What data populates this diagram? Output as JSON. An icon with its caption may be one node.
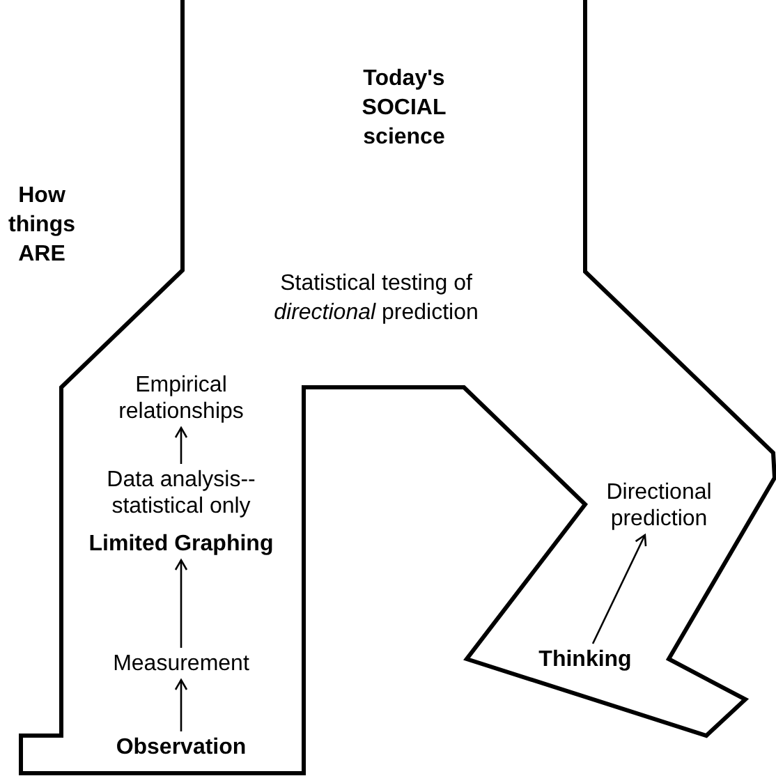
{
  "diagram": {
    "nodes": [
      {
        "text": [
          "Empirical relationships"
        ]
      },
      {
        "text": [
          "Data analysis-- statistical only",
          "Limited Graphing"
        ]
      },
      {
        "text": [
          "Measurement"
        ]
      },
      {
        "text": [
          "Observation"
        ]
      },
      {
        "text": [
          "Directional prediction"
        ]
      },
      {
        "text": [
          "Thinking"
        ]
      }
    ],
    "edges": [
      {
        "from": 3,
        "to": 2,
        "arrow": "to"
      },
      {
        "from": 2,
        "to": 1,
        "arrow": "to"
      },
      {
        "from": 1,
        "to": 0,
        "arrow": "to"
      },
      {
        "from": 5,
        "to": 4,
        "arrow": "to"
      }
    ],
    "labels": [
      "How things ARE",
      "Today's SOCIAL science",
      "Statistical testing of *directional* prediction"
    ]
  }
}
